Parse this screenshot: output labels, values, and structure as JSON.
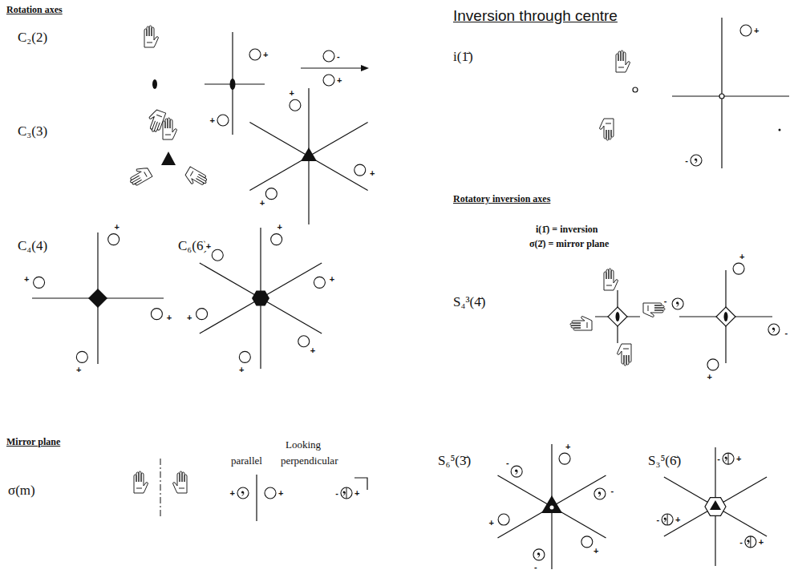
{
  "diagram": {
    "labels": [
      "Rotation axes",
      "C₂(2)",
      "C₃(3)",
      "C₄(4)",
      "C₆(6)",
      "Mirror plane",
      "σ(m)",
      "Looking",
      "parallel",
      "perpendicular",
      "Inversion through centre",
      "i(1̄)",
      "Rotatory inversion axes",
      "i(1̄) = inversion",
      "σ(2̄) = mirror plane",
      "S₄³(4̄)",
      "S₆⁵(3̄)",
      "S₃⁵(6̄)",
      "+",
      "+",
      "-",
      "+",
      "+",
      "+",
      "+",
      "+",
      "+",
      "+",
      "+",
      "+",
      "+",
      "+",
      "+",
      "+",
      "+",
      "+",
      "+",
      "-",
      "+",
      "+",
      "-",
      "+",
      "-",
      "+",
      "-",
      "+",
      "-",
      "+",
      "-",
      "+",
      "-",
      "-",
      "+",
      "-",
      "+",
      "-",
      "+"
    ]
  }
}
